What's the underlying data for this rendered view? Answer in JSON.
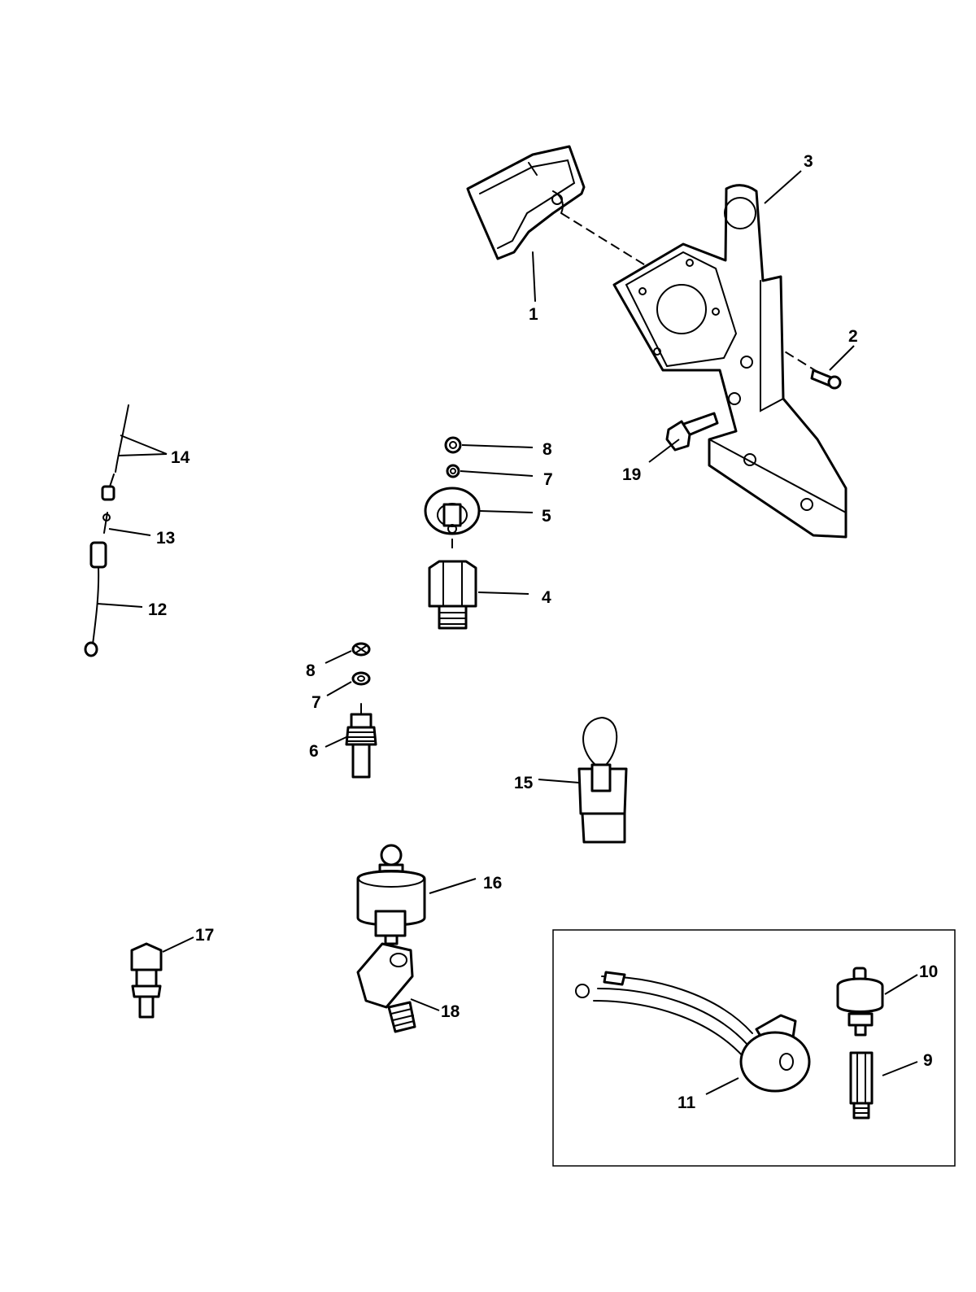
{
  "callouts": {
    "c1": "1",
    "c2": "2",
    "c3": "3",
    "c4": "4",
    "c5": "5",
    "c6": "6",
    "c7a": "7",
    "c7b": "7",
    "c8a": "8",
    "c8b": "8",
    "c9": "9",
    "c10": "10",
    "c11": "11",
    "c12": "12",
    "c13": "13",
    "c14": "14",
    "c15": "15",
    "c16": "16",
    "c17": "17",
    "c18": "18",
    "c19": "19"
  },
  "colors": {
    "line": "#000000",
    "background": "#ffffff"
  }
}
